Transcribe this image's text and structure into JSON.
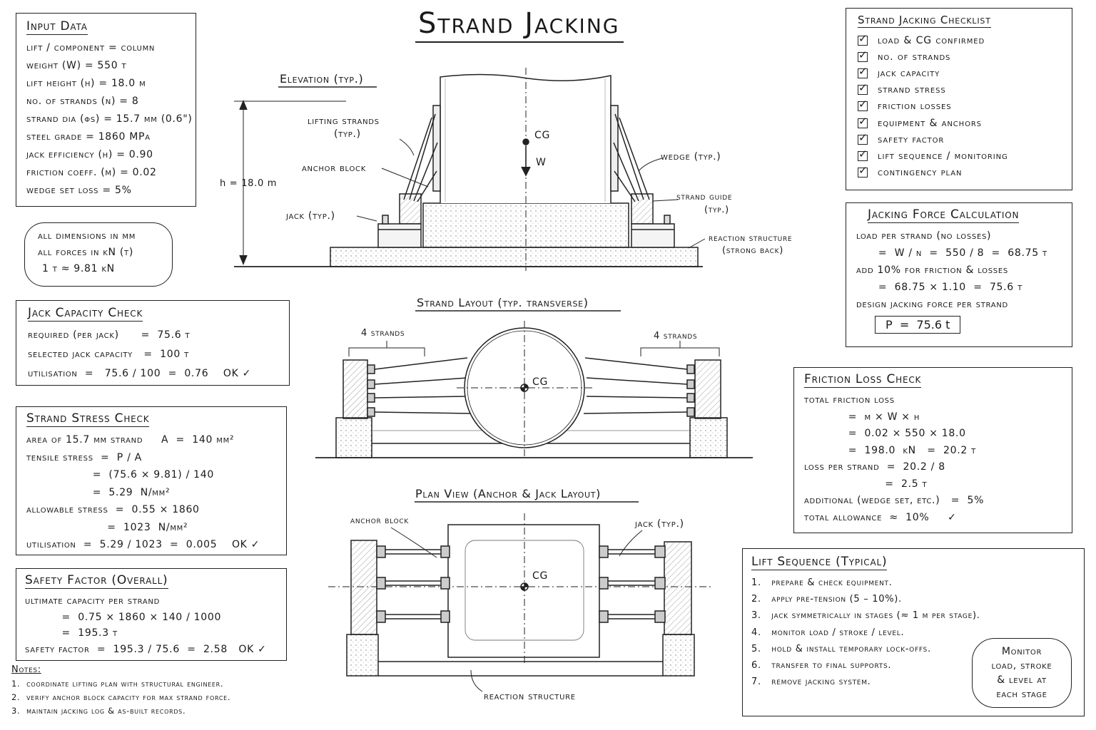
{
  "title": "Strand Jacking",
  "input_data": {
    "title": "Input Data",
    "lines": [
      "lift / component = column",
      "weight (W) = 550 t",
      "lift height (h) = 18.0 m",
      "no. of strands (n) = 8",
      "strand dia (ϕs) = 15.7 mm (0.6\")",
      "steel grade = 1860 MPa",
      "jack efficiency (η) = 0.90",
      "friction coeff. (μ) = 0.02",
      "wedge set loss = 5%"
    ]
  },
  "units_note": [
    "all dimensions in mm",
    "all forces in kN (t)",
    "1 t ≈ 9.81 kN"
  ],
  "jack_capacity": {
    "title": "Jack Capacity Check",
    "lines": [
      "required (per jack)      =  75.6 t",
      "selected jack capacity   =  100 t",
      "utilisation  =   75.6 / 100  =  0.76    OK ✓"
    ]
  },
  "strand_stress": {
    "title": "Strand Stress Check",
    "lines": [
      "area of 15.7 mm strand     A  =  140 mm²",
      "tensile stress  =  P / A",
      "                  =  (75.6 × 9.81) / 140",
      "                  =  5.29  N/mm²",
      "allowable stress  =  0.55 × 1860",
      "                      =  1023  N/mm²",
      "utilisation  =  5.29 / 1023  =  0.005    OK ✓"
    ]
  },
  "safety_factor": {
    "title": "Safety Factor (Overall)",
    "lines": [
      "ultimate capacity per strand",
      "          =  0.75 × 1860 × 140 / 1000",
      "          =  195.3 t",
      "safety factor  =  195.3 / 75.6  =  2.58   OK ✓"
    ]
  },
  "notes": {
    "title": "Notes:",
    "lines": [
      "1.  coordinate lifting plan with structural engineer.",
      "2.  verify anchor block capacity for max strand force.",
      "3.  maintain jacking log & as-built records."
    ]
  },
  "checklist": {
    "title": "Strand Jacking Checklist",
    "items": [
      "load & CG confirmed",
      "no. of strands",
      "jack capacity",
      "strand stress",
      "friction losses",
      "equipment & anchors",
      "safety factor",
      "lift sequence / monitoring",
      "contingency plan"
    ]
  },
  "jacking_force": {
    "title": "Jacking Force Calculation",
    "lines": [
      "load per strand (no losses)",
      "      =  W / n  =  550 / 8  =  68.75 t",
      "add 10% for friction & losses",
      "      =  68.75 × 1.10  =  75.6 t",
      "design jacking force per strand"
    ],
    "result": "P  =  75.6 t"
  },
  "friction_loss": {
    "title": "Friction Loss Check",
    "lines": [
      "total friction loss",
      "            =  μ × W × h",
      "            =  0.02 × 550 × 18.0",
      "            =  198.0  kN   =  20.2 t",
      "loss per strand  =  20.2 / 8",
      "                      =  2.5 t",
      "additional (wedge set, etc.)   =  5%",
      "total allowance  ≈  10%     ✓"
    ]
  },
  "lift_sequence": {
    "title": "Lift Sequence (Typical)",
    "lines": [
      "1.   prepare & check equipment.",
      "2.   apply pre-tension (5 – 10%).",
      "3.   jack symmetrically in stages (≈ 1 m per stage).",
      "4.   monitor load / stroke / level.",
      "5.   hold & install temporary lock-offs.",
      "6.   transfer to final supports.",
      "7.   remove jacking system."
    ],
    "monitor_note": [
      "Monitor",
      "load, stroke",
      "& level at",
      "each stage"
    ]
  },
  "elevation": {
    "title": "Elevation (typ.)",
    "labels": {
      "strands": [
        "lifting strands",
        "(typ.)"
      ],
      "anchor": "anchor block",
      "jack": "jack (typ.)",
      "height": "h = 18.0 m",
      "cg": "CG",
      "w": "W",
      "wedge": "wedge (typ.)",
      "guide": [
        "strand guide",
        "(typ.)"
      ],
      "reaction": [
        "reaction structure",
        "(strong back)"
      ]
    }
  },
  "strand_layout": {
    "title": "Strand Layout (typ. transverse)",
    "labels": {
      "left": "4 strands",
      "right": "4 strands",
      "cg": "CG"
    }
  },
  "plan_view": {
    "title": "Plan View (Anchor & Jack Layout)",
    "labels": {
      "anchor": "anchor block",
      "jack": "jack (typ.)",
      "cg": "CG",
      "reaction": "reaction structure"
    }
  }
}
